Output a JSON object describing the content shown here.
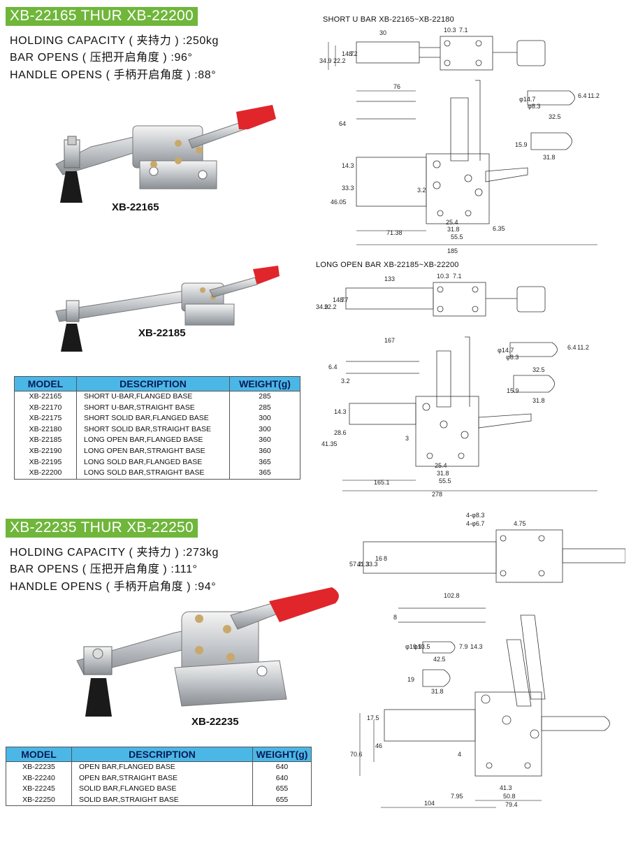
{
  "section1": {
    "banner": "XB-22165 THUR XB-22200",
    "specs": [
      "HOLDING CAPACITY ( 夹持力 ) :250kg",
      "BAR OPENS ( 压把开启角度 ) :96°",
      "HANDLE OPENS ( 手柄开启角度 ) :88°"
    ],
    "product_labels": [
      "XB-22165",
      "XB-22185"
    ],
    "drawing_titles": [
      "SHORT U BAR XB-22165~XB-22180",
      "LONG OPEN BAR XB-22185~XB-22200"
    ],
    "table": {
      "headers": [
        "MODEL",
        "DESCRIPTION",
        "WEIGHT(g)"
      ],
      "rows": [
        [
          "XB-22165",
          "SHORT U-BAR,FLANGED BASE",
          "285"
        ],
        [
          "XB-22170",
          "SHORT U-BAR,STRAIGHT BASE",
          "285"
        ],
        [
          "XB-22175",
          "SHORT SOLID BAR,FLANGED BASE",
          "300"
        ],
        [
          "XB-22180",
          "SHORT SOLID BAR,STRAIGHT BASE",
          "300"
        ],
        [
          "XB-22185",
          "LONG OPEN BAR,FLANGED BASE",
          "360"
        ],
        [
          "XB-22190",
          "LONG OPEN BAR,STRAIGHT BASE",
          "360"
        ],
        [
          "XB-22195",
          "LONG SOLD BAR,FLANGED BASE",
          "365"
        ],
        [
          "XB-22200",
          "LONG SOLD BAR,STRAIGHT BASE",
          "365"
        ]
      ]
    },
    "dims_short": [
      "30",
      "10.3",
      "7.1",
      "34.9",
      "22.2",
      "14.7",
      "8.2",
      "76",
      "64",
      "φ14.7",
      "φ8.3",
      "6.4",
      "11.2",
      "32.5",
      "15.9",
      "31.8",
      "14.3",
      "33.3",
      "46.05",
      "3.2",
      "25.4",
      "31.8",
      "55.5",
      "6.35",
      "71.38",
      "185"
    ],
    "dims_long": [
      "133",
      "10.3",
      "7.1",
      "34.9",
      "22.2",
      "14.7",
      "8.7",
      "167",
      "6.4",
      "3.2",
      "φ14.7",
      "φ8.3",
      "6.4",
      "11.2",
      "32.5",
      "15.9",
      "31.8",
      "14.3",
      "28.6",
      "41.35",
      "3",
      "25.4",
      "31.8",
      "55.5",
      "165.1",
      "278"
    ]
  },
  "section2": {
    "banner": "XB-22235 THUR XB-22250",
    "specs": [
      "HOLDING CAPACITY ( 夹持力 ) :273kg",
      "BAR OPENS ( 压把开启角度 ) :111°",
      "HANDLE OPENS ( 手柄开启角度 ) :94°"
    ],
    "product_label": "XB-22235",
    "table": {
      "headers": [
        "MODEL",
        "DESCRIPTION",
        "WEIGHT(g)"
      ],
      "rows": [
        [
          "XB-22235",
          "OPEN BAR,FLANGED BASE",
          "640"
        ],
        [
          "XB-22240",
          "OPEN BAR,STRAIGHT BASE",
          "640"
        ],
        [
          "XB-22245",
          "SOLID BAR,FLANGED BASE",
          "655"
        ],
        [
          "XB-22250",
          "SOLID BAR,STRAIGHT BASE",
          "655"
        ]
      ]
    },
    "dims": [
      "4-φ8.3",
      "4-φ6.7",
      "4.75",
      "57.2",
      "41.3",
      "33.3",
      "16",
      "8",
      "102.8",
      "8",
      "φ19.9",
      "φ13.5",
      "7.9",
      "14.3",
      "42.5",
      "19",
      "31.8",
      "17.5",
      "46",
      "70.6",
      "4",
      "7.95",
      "41.3",
      "50.8",
      "104",
      "79.4"
    ]
  },
  "colors": {
    "banner": "#6fb63a",
    "table_header": "#4bb7e6",
    "handle_red": "#e0262b"
  }
}
